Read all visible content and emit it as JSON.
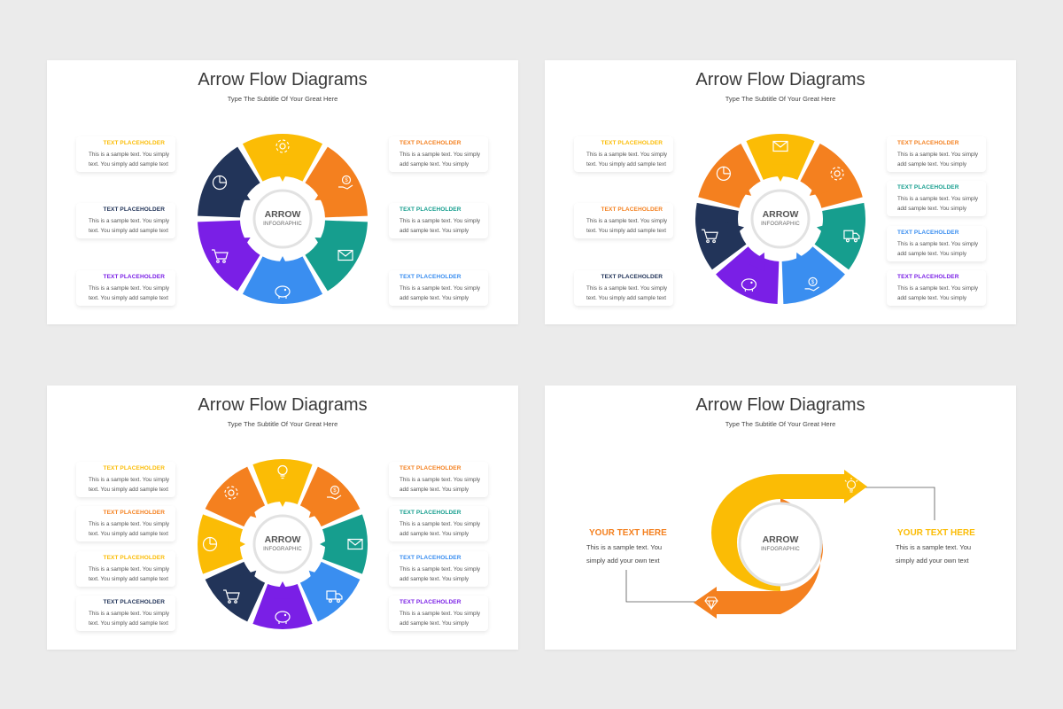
{
  "colors": {
    "yellow": "#fbbc05",
    "orange": "#f4801f",
    "teal": "#169e8e",
    "blue": "#3a8ef0",
    "purple": "#7a1fe6",
    "navy": "#223459"
  },
  "slides": [
    {
      "title": "Arrow Flow Diagrams",
      "subtitle": "Type The Subtitle Of Your Great Here",
      "center": {
        "title": "ARROW",
        "subtitle": "INFOGRAPHIC"
      },
      "segments": [
        {
          "color": "#fbbc05",
          "icon": "gear-icon"
        },
        {
          "color": "#f4801f",
          "icon": "money-hand-icon"
        },
        {
          "color": "#169e8e",
          "icon": "envelope-icon"
        },
        {
          "color": "#3a8ef0",
          "icon": "piggy-bank-icon"
        },
        {
          "color": "#7a1fe6",
          "icon": "cart-icon"
        },
        {
          "color": "#223459",
          "icon": "pie-chart-icon"
        }
      ],
      "cards_left": [
        {
          "heading": "TEXT PLACEHOLDER",
          "color": "#fbbc05",
          "body": "This is a sample text. You simply text. You simply add sample text"
        },
        {
          "heading": "TEXT PLACEHOLDER",
          "color": "#223459",
          "body": "This is a sample text. You simply text. You simply add sample text"
        },
        {
          "heading": "TEXT PLACEHOLDER",
          "color": "#7a1fe6",
          "body": "This is a sample text. You simply text. You simply add sample text"
        }
      ],
      "cards_right": [
        {
          "heading": "TEXT PLACEHOLDER",
          "color": "#f4801f",
          "body": "This is a sample text. You simply add sample text. You simply"
        },
        {
          "heading": "TEXT PLACEHOLDER",
          "color": "#169e8e",
          "body": "This is a sample text. You simply add sample text. You simply"
        },
        {
          "heading": "TEXT PLACEHOLDER",
          "color": "#3a8ef0",
          "body": "This is a sample text. You simply add sample text. You simply"
        }
      ]
    },
    {
      "title": "Arrow Flow Diagrams",
      "subtitle": "Type The Subtitle Of Your Great Here",
      "center": {
        "title": "ARROW",
        "subtitle": "INFOGRAPHIC"
      },
      "segments": [
        {
          "color": "#fbbc05",
          "icon": "envelope-icon"
        },
        {
          "color": "#f4801f",
          "icon": "gear-icon"
        },
        {
          "color": "#169e8e",
          "icon": "delivery-truck-icon"
        },
        {
          "color": "#3a8ef0",
          "icon": "money-hand-icon"
        },
        {
          "color": "#7a1fe6",
          "icon": "piggy-bank-icon"
        },
        {
          "color": "#223459",
          "icon": "cart-icon"
        },
        {
          "color": "#f4801f",
          "icon": "pie-chart-icon"
        }
      ],
      "cards_left": [
        {
          "heading": "TEXT PLACEHOLDER",
          "color": "#fbbc05",
          "body": "This is a sample text. You simply text. You simply add sample text"
        },
        {
          "heading": "TEXT PLACEHOLDER",
          "color": "#f4801f",
          "body": "This is a sample text. You simply text. You simply add sample text"
        },
        {
          "heading": "TEXT PLACEHOLDER",
          "color": "#223459",
          "body": "This is a sample text. You simply text. You simply add sample text"
        }
      ],
      "cards_right": [
        {
          "heading": "TEXT PLACEHOLDER",
          "color": "#f4801f",
          "body": "This is a sample text. You simply add sample text. You simply"
        },
        {
          "heading": "TEXT PLACEHOLDER",
          "color": "#169e8e",
          "body": "This is a sample text. You simply add sample text. You simply"
        },
        {
          "heading": "TEXT PLACEHOLDER",
          "color": "#3a8ef0",
          "body": "This is a sample text. You simply add sample text. You simply"
        },
        {
          "heading": "TEXT PLACEHOLDER",
          "color": "#7a1fe6",
          "body": "This is a sample text. You simply add sample text. You simply"
        }
      ]
    },
    {
      "title": "Arrow Flow Diagrams",
      "subtitle": "Type The Subtitle Of Your Great Here",
      "center": {
        "title": "ARROW",
        "subtitle": "INFOGRAPHIC"
      },
      "segments": [
        {
          "color": "#fbbc05",
          "icon": "lightbulb-icon"
        },
        {
          "color": "#f4801f",
          "icon": "money-hand-icon"
        },
        {
          "color": "#169e8e",
          "icon": "envelope-icon"
        },
        {
          "color": "#3a8ef0",
          "icon": "delivery-truck-icon"
        },
        {
          "color": "#7a1fe6",
          "icon": "piggy-bank-icon"
        },
        {
          "color": "#223459",
          "icon": "cart-icon"
        },
        {
          "color": "#fbbc05",
          "icon": "pie-chart-icon"
        },
        {
          "color": "#f4801f",
          "icon": "gear-icon"
        }
      ],
      "cards_left": [
        {
          "heading": "TEXT PLACEHOLDER",
          "color": "#fbbc05",
          "body": "This is a sample text. You simply text. You simply add sample text"
        },
        {
          "heading": "TEXT PLACEHOLDER",
          "color": "#f4801f",
          "body": "This is a sample text. You simply text. You simply add sample text"
        },
        {
          "heading": "TEXT PLACEHOLDER",
          "color": "#fbbc05",
          "body": "This is a sample text. You simply text. You simply add sample text"
        },
        {
          "heading": "TEXT PLACEHOLDER",
          "color": "#223459",
          "body": "This is a sample text. You simply text. You simply add sample text"
        }
      ],
      "cards_right": [
        {
          "heading": "TEXT PLACEHOLDER",
          "color": "#f4801f",
          "body": "This is a sample text. You simply add sample text. You simply"
        },
        {
          "heading": "TEXT PLACEHOLDER",
          "color": "#169e8e",
          "body": "This is a sample text. You simply add sample text. You simply"
        },
        {
          "heading": "TEXT PLACEHOLDER",
          "color": "#3a8ef0",
          "body": "This is a sample text. You simply add sample text. You simply"
        },
        {
          "heading": "TEXT PLACEHOLDER",
          "color": "#7a1fe6",
          "body": "This is a sample text. You simply add sample text. You simply"
        }
      ]
    },
    {
      "title": "Arrow Flow Diagrams",
      "subtitle": "Type The Subtitle Of Your Great Here",
      "center": {
        "title": "ARROW",
        "subtitle": "INFOGRAPHIC"
      },
      "left_text": {
        "heading": "YOUR TEXT HERE",
        "color": "#f4801f",
        "line1": "This is a sample text. You",
        "line2": "simply add your own text"
      },
      "right_text": {
        "heading": "YOUR TEXT HERE",
        "color": "#fbbc05",
        "line1": "This is a sample text. You",
        "line2": "simply add your own text"
      },
      "top_arrow": {
        "color": "#fbbc05",
        "icon": "lightbulb-icon"
      },
      "bottom_arrow": {
        "color": "#f4801f",
        "icon": "diamond-icon"
      }
    }
  ]
}
